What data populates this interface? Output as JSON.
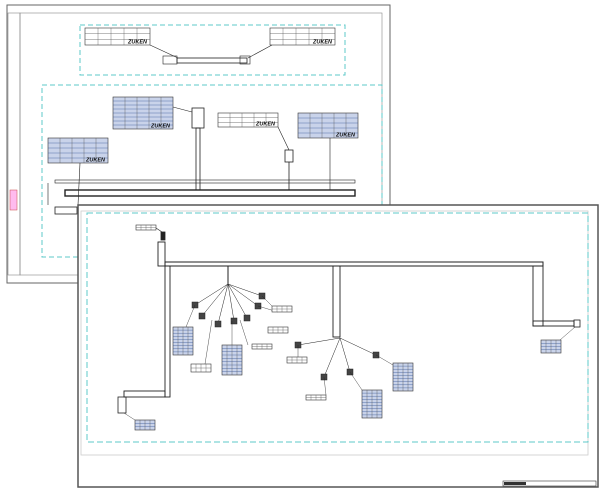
{
  "back_sheet": {
    "logo_text": "ZUKEN",
    "tables": [
      {
        "label": "ZUKEN"
      },
      {
        "label": "ZUKEN"
      },
      {
        "label": "ZUKEN"
      },
      {
        "label": "ZUKEN"
      },
      {
        "label": "ZUKEN"
      },
      {
        "label": "ZUKEN"
      }
    ]
  },
  "front_sheet": {},
  "colors": {
    "frame_dashed": "#5cc8c8",
    "harness_line": "#222222",
    "table_fill_blue": "#3a5a9a",
    "sheet_border": "#555555"
  }
}
